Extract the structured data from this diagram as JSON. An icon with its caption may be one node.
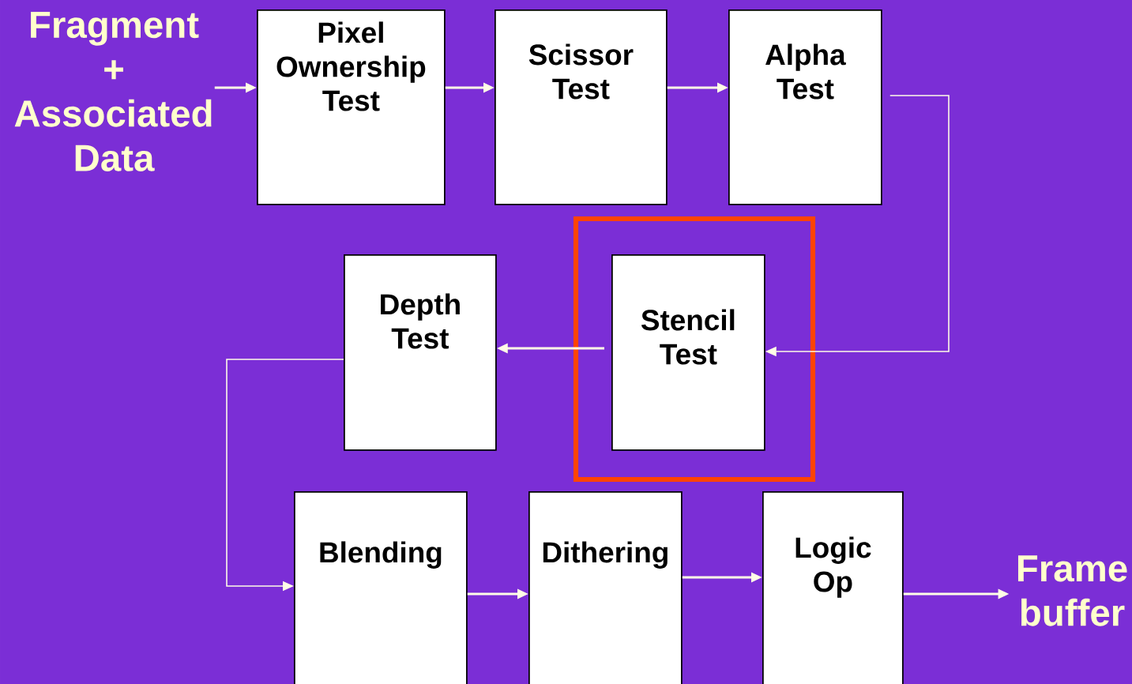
{
  "diagram": {
    "nodes": [
      {
        "text": [
          "Fragment + Associated Data"
        ]
      },
      {
        "text": [
          "Pixel Ownership Test"
        ]
      },
      {
        "text": [
          "Scissor Test"
        ]
      },
      {
        "text": [
          "Alpha Test"
        ]
      },
      {
        "text": [
          "Depth Test"
        ]
      },
      {
        "text": [
          "Stencil Test"
        ]
      },
      {
        "text": [
          "Blending"
        ]
      },
      {
        "text": [
          "Dithering"
        ]
      },
      {
        "text": [
          "Logic Op"
        ]
      },
      {
        "text": [
          "Frame buffer"
        ]
      }
    ],
    "edges": [
      {
        "from": 0,
        "to": 1,
        "arrow": "to"
      },
      {
        "from": 1,
        "to": 2,
        "arrow": "to"
      },
      {
        "from": 2,
        "to": 3,
        "arrow": "to"
      },
      {
        "from": 3,
        "to": 5,
        "arrow": "to"
      },
      {
        "from": 5,
        "to": 4,
        "arrow": "to"
      },
      {
        "from": 4,
        "to": 6,
        "arrow": "to"
      },
      {
        "from": 6,
        "to": 7,
        "arrow": "to"
      },
      {
        "from": 7,
        "to": 8,
        "arrow": "to"
      },
      {
        "from": 8,
        "to": 9,
        "arrow": "to"
      }
    ]
  }
}
